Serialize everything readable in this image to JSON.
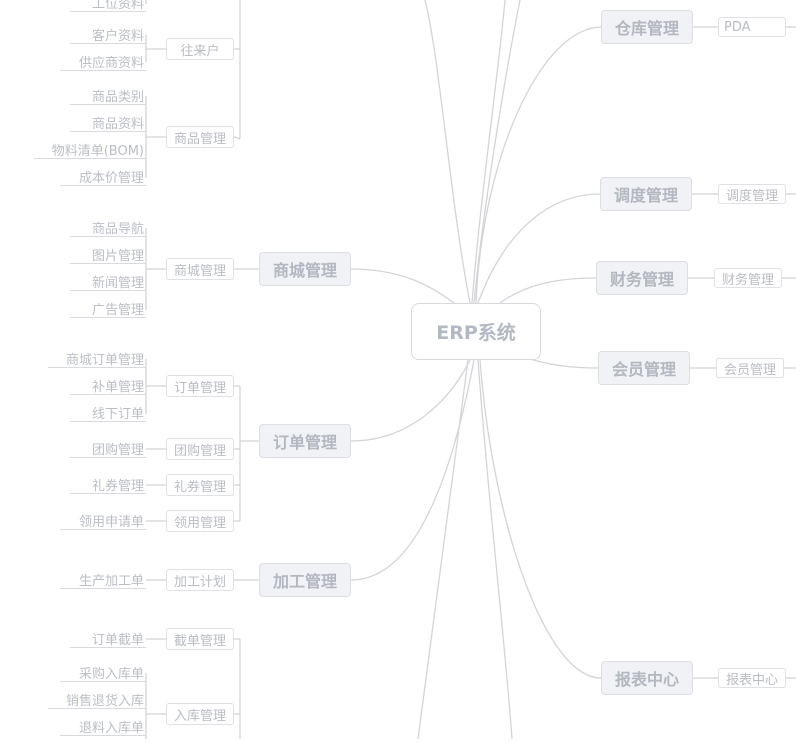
{
  "root": {
    "label": "ERP系统"
  },
  "branches": {
    "warehouse": {
      "label": "仓库管理",
      "child": "PDA"
    },
    "dispatch": {
      "label": "调度管理",
      "child": "调度管理"
    },
    "finance": {
      "label": "财务管理",
      "child": "财务管理"
    },
    "member": {
      "label": "会员管理",
      "child": "会员管理"
    },
    "report": {
      "label": "报表中心",
      "child": "报表中心"
    },
    "mall": {
      "label": "商城管理",
      "child": "商城管理",
      "leaves": [
        "商品导航",
        "图片管理",
        "新闻管理",
        "广告管理"
      ]
    },
    "order": {
      "label": "订单管理",
      "groups": [
        {
          "label": "订单管理",
          "leaves": [
            "商城订单管理",
            "补单管理",
            "线下订单"
          ]
        },
        {
          "label": "团购管理",
          "leaves": [
            "团购管理"
          ]
        },
        {
          "label": "礼券管理",
          "leaves": [
            "礼券管理"
          ]
        },
        {
          "label": "领用管理",
          "leaves": [
            "领用申请单"
          ]
        }
      ]
    },
    "process": {
      "label": "加工管理",
      "groups": [
        {
          "label": "加工计划",
          "leaves": [
            "生产加工单"
          ]
        }
      ]
    },
    "basic": {
      "groups": [
        {
          "label": "往来户",
          "leaves": [
            "客户资料",
            "供应商资料"
          ]
        },
        {
          "label": "商品管理",
          "leaves": [
            "商品类别",
            "商品资料",
            "物料清单(BOM)",
            "成本价管理"
          ]
        }
      ],
      "partial_leaf": "工位资料"
    },
    "stock": {
      "groups": [
        {
          "label": "截单管理",
          "leaves": [
            "订单截单"
          ]
        },
        {
          "label": "入库管理",
          "leaves": [
            "采购入库单",
            "销售退货入库",
            "退料入库单"
          ]
        }
      ]
    }
  }
}
